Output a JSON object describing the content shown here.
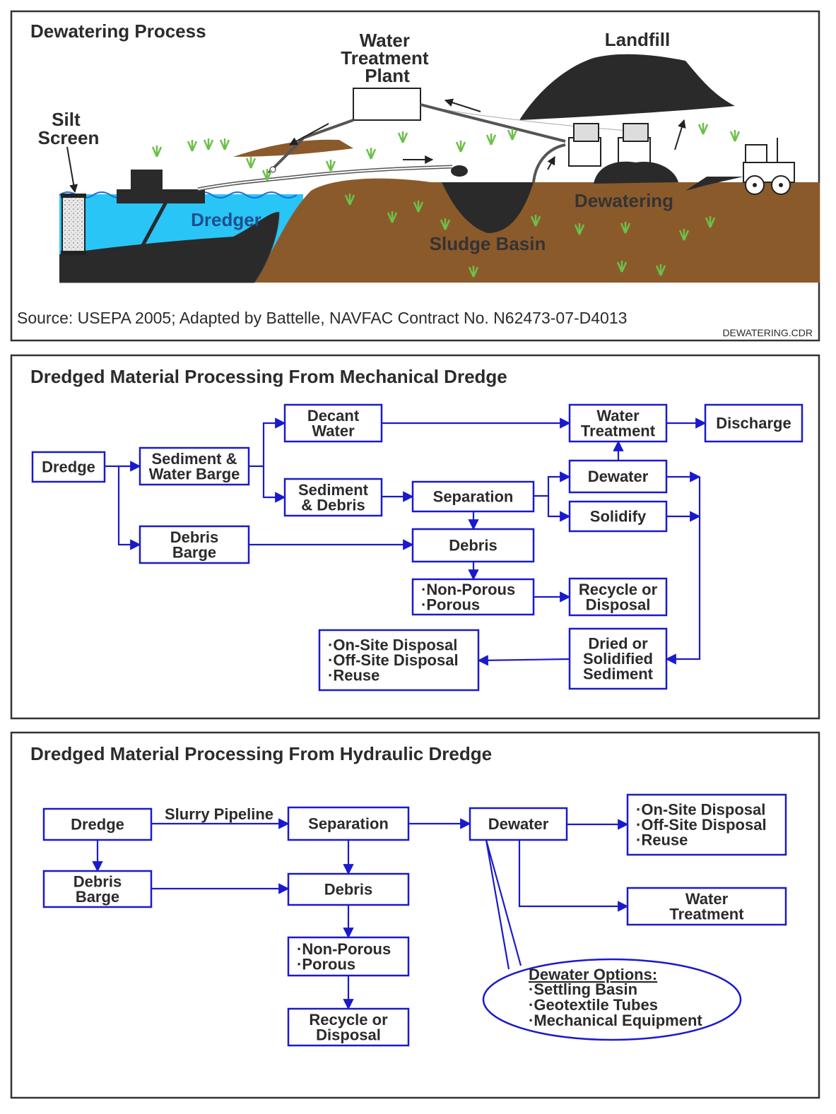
{
  "panel1": {
    "title": "Dewatering Process",
    "labels": {
      "silt_screen": [
        "Silt",
        "Screen"
      ],
      "water_treatment_plant": [
        "Water",
        "Treatment",
        "Plant"
      ],
      "landfill": "Landfill",
      "dredger": "Dredger",
      "sludge_basin": "Sludge Basin",
      "dewatering": "Dewatering"
    },
    "source": "Source: USEPA 2005; Adapted by Battelle, NAVFAC Contract No. N62473-07-D4013",
    "file_id": "DEWATERING.CDR"
  },
  "panel2": {
    "title": "Dredged Material Processing From Mechanical Dredge",
    "boxes": {
      "dredge": [
        "Dredge"
      ],
      "sediment_water_barge": [
        "Sediment &",
        "Water Barge"
      ],
      "decant_water": [
        "Decant",
        "Water"
      ],
      "water_treatment": [
        "Water",
        "Treatment"
      ],
      "discharge": [
        "Discharge"
      ],
      "sediment_debris": [
        "Sediment",
        "& Debris"
      ],
      "separation": [
        "Separation"
      ],
      "dewater": [
        "Dewater"
      ],
      "solidify": [
        "Solidify"
      ],
      "debris_barge": [
        "Debris",
        "Barge"
      ],
      "debris": [
        "Debris"
      ],
      "porosity": [
        "·Non-Porous",
        "·Porous"
      ],
      "recycle_disposal": [
        "Recycle or",
        "Disposal"
      ],
      "disposal_options": [
        "·On-Site Disposal",
        "·Off-Site Disposal",
        "·Reuse"
      ],
      "dried_sediment": [
        "Dried or",
        "Solidified",
        "Sediment"
      ]
    }
  },
  "panel3": {
    "title": "Dredged Material Processing From Hydraulic Dredge",
    "boxes": {
      "dredge": [
        "Dredge"
      ],
      "separation": [
        "Separation"
      ],
      "dewater": [
        "Dewater"
      ],
      "disposal_options": [
        "·On-Site Disposal",
        "·Off-Site Disposal",
        "·Reuse"
      ],
      "debris_barge": [
        "Debris",
        "Barge"
      ],
      "debris": [
        "Debris"
      ],
      "water_treatment": [
        "Water",
        "Treatment"
      ],
      "porosity": [
        "·Non-Porous",
        "·Porous"
      ],
      "recycle_disposal": [
        "Recycle or",
        "Disposal"
      ]
    },
    "pipeline_label": "Slurry Pipeline",
    "options": {
      "heading": "Dewater Options:",
      "items": [
        "·Settling Basin",
        "·Geotextile Tubes",
        "·Mechanical Equipment"
      ]
    }
  },
  "colors": {
    "flow_blue": "#1a1acc",
    "water": "#29c5f6",
    "soil": "#8b5a2b",
    "sludge": "#2a2a2a",
    "grass": "#6cc04a"
  }
}
